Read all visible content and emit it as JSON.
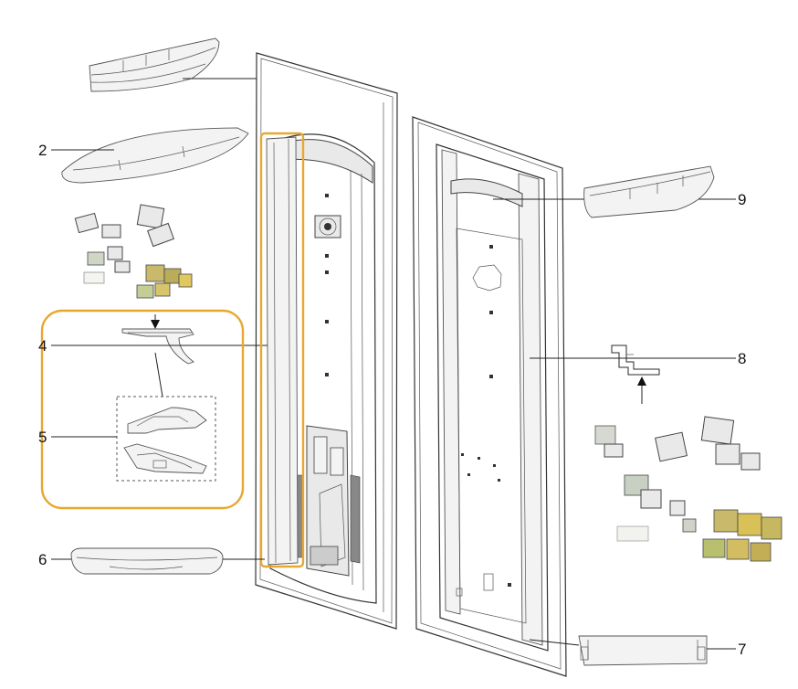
{
  "callouts": [
    {
      "id": "2",
      "label": "2"
    },
    {
      "id": "4",
      "label": "4"
    },
    {
      "id": "5",
      "label": "5"
    },
    {
      "id": "6",
      "label": "6"
    },
    {
      "id": "7",
      "label": "7"
    },
    {
      "id": "8",
      "label": "8"
    },
    {
      "id": "9",
      "label": "9"
    }
  ],
  "highlight_color": "#e8a830"
}
